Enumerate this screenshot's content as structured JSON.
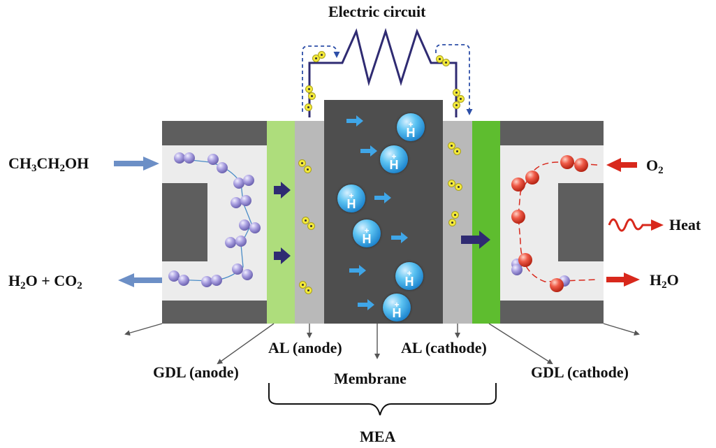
{
  "labels": {
    "circuit": "Electric circuit",
    "fuel_in_prefix": "CH",
    "fuel_in_sub1": "3",
    "fuel_in_mid": "CH",
    "fuel_in_sub2": "2",
    "fuel_in_suffix": "OH",
    "exhaust_h2o_prefix": "H",
    "exhaust_h2o_sub": "2",
    "exhaust_mid": "O + CO",
    "exhaust_co2_sub": "2",
    "oxygen_prefix": "O",
    "oxygen_sub": "2",
    "heat": "Heat",
    "water_prefix": "H",
    "water_sub": "2",
    "water_suffix": "O",
    "al_anode": "AL (anode)",
    "al_cathode": "AL (cathode)",
    "gdl_anode": "GDL (anode)",
    "gdl_cathode": "GDL (cathode)",
    "membrane": "Membrane",
    "mea": "MEA",
    "ion_symbol": "H",
    "ion_charge": "+"
  },
  "colors": {
    "frame": "#5e5e5e",
    "channel": "#ececec",
    "gdl_anode": "#aedd7c",
    "gdl_cathode": "#5ebd2f",
    "catalyst_layer": "#b9b9b9",
    "membrane": "#4e4e4e",
    "fuel_arrow": "#6c8fc6",
    "oxidant_arrow": "#d8281c",
    "fuel_molecule": "#a9a2d9",
    "oxygen_molecule": "#e8473a",
    "circuit_wire": "#2f2b72"
  }
}
